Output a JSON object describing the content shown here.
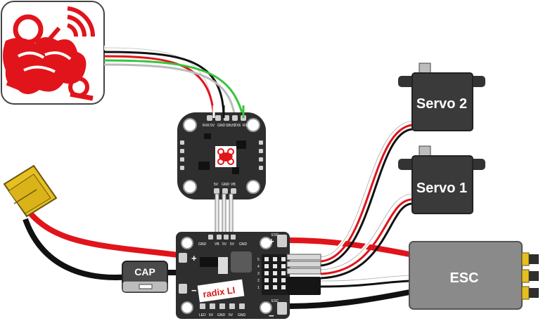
{
  "labels": {
    "servo_top": "Servo 2",
    "servo_bottom": "Servo 1",
    "esc": "ESC",
    "cap": "CAP",
    "brand": "radix LI"
  },
  "pdb": {
    "pins_top": [
      "GND",
      "VB",
      "5V",
      "5V",
      "GND"
    ],
    "pins_bottom": [
      "LED",
      "5V",
      "GND",
      "5V",
      "GND"
    ],
    "esc_top": "ESC",
    "esc_bottom": "ESC",
    "plus": "+",
    "minus": "−",
    "row_numbers": [
      "5",
      "4",
      "3",
      "2",
      "1"
    ]
  },
  "fc": {
    "pins_top": [
      "RX6",
      "5V",
      "GND",
      "SBUS",
      "TX6",
      "RX6"
    ],
    "pins_bottom": [
      "5V",
      "GND",
      "VB"
    ]
  },
  "colors": {
    "red": "#e1141b",
    "board": "#2e2e2e",
    "servo": "#3a3a3a",
    "esc": "#8a8a8a",
    "xt60": "#e5c020",
    "green": "#38c43c"
  }
}
